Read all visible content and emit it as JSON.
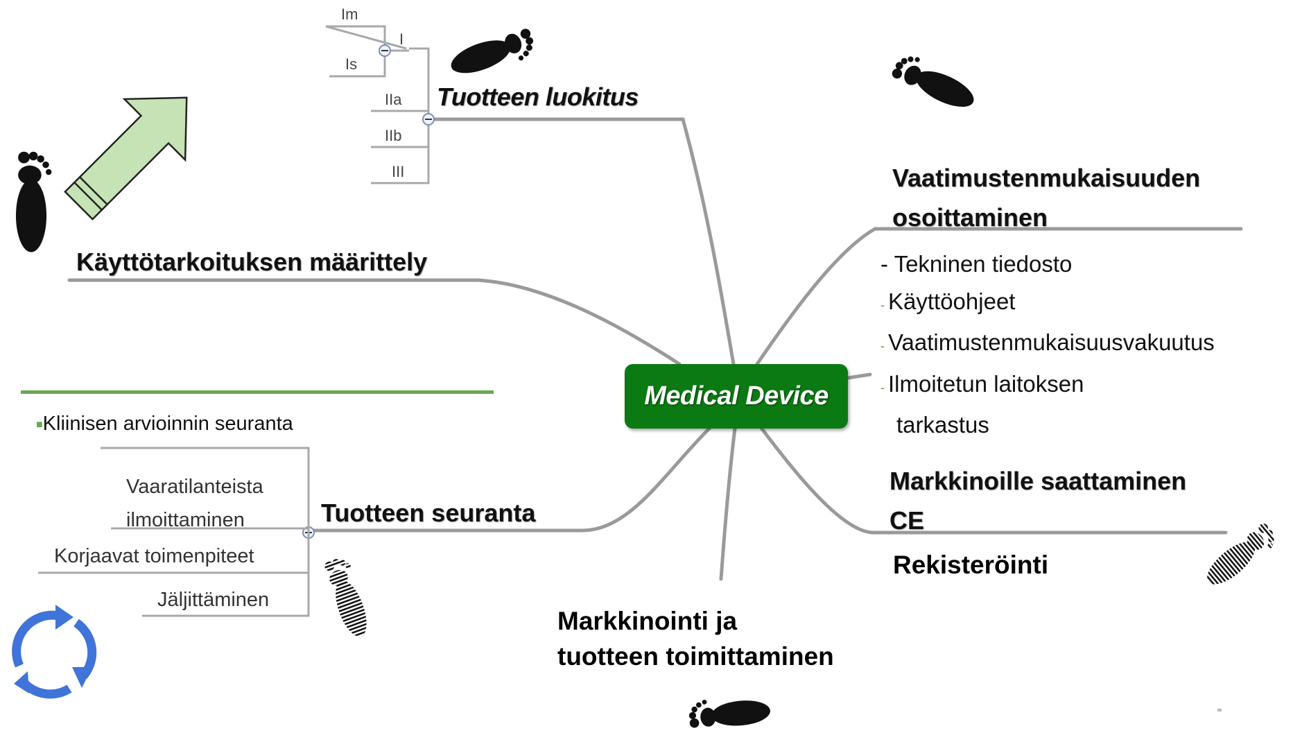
{
  "center": {
    "label": "Medical Device",
    "color": "#0b7a12"
  },
  "branches": {
    "classification": {
      "label": "Tuotteen luokitus",
      "classes": [
        "I",
        "IIa",
        "IIb",
        "III"
      ],
      "class_one_sub": [
        "Im",
        "Is"
      ]
    },
    "intended_use": {
      "label": "Käyttötarkoituksen määrittely"
    },
    "conformity": {
      "label_line1": "Vaatimustenmukaisuuden",
      "label_line2": "osoittaminen",
      "items": [
        {
          "marker": "- ",
          "text": "Tekninen tiedosto"
        },
        {
          "marker": "- ",
          "text": "Käyttöohjeet"
        },
        {
          "marker": "- ",
          "text": "Vaatimustenmukaisuusvakuutus"
        },
        {
          "marker": "- ",
          "text": "Ilmoitetun laitoksen"
        }
      ],
      "item_continuation": "tarkastus"
    },
    "market_placement": {
      "label_line1": "Markkinoille saattaminen",
      "label_line2": "CE"
    },
    "registration": {
      "label": "Rekisteröinti"
    },
    "marketing": {
      "label_line1": "Markkinointi ja",
      "label_line2": "tuotteen toimittaminen"
    },
    "surveillance": {
      "label": "Tuotteen seuranta",
      "sub": [
        {
          "line1": "Vaaratilanteista",
          "line2": "ilmoittaminen"
        },
        {
          "line1": "Korjaavat toimenpiteet"
        },
        {
          "line1": "Jäljittäminen"
        }
      ]
    }
  },
  "side_note": {
    "bullet": "■",
    "text": "Kliinisen arvioinnin seuranta"
  },
  "decor": {
    "arrow_color": "#c5e3b4",
    "cycle_color": "#3f74d8",
    "rule_color": "#6aa84f",
    "icons": [
      "footprint-icon",
      "up-arrow-icon",
      "cycle-arrows-icon"
    ]
  }
}
